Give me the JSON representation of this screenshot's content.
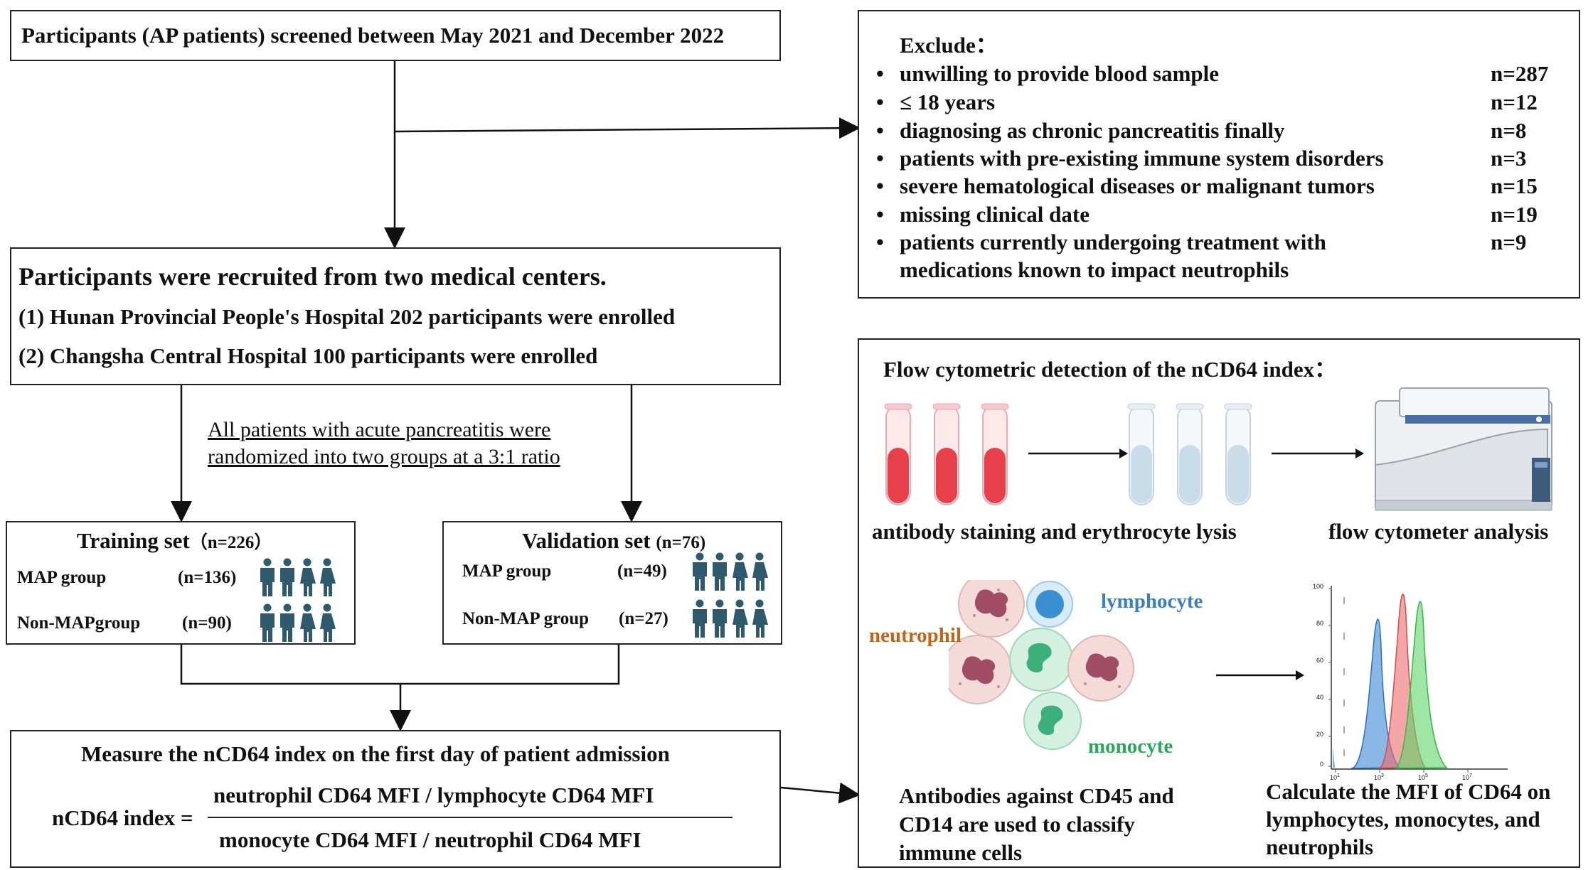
{
  "screening": {
    "title": "Participants (AP patients) screened between May 2021 and December 2022"
  },
  "exclude": {
    "heading": "Exclude：",
    "items": [
      {
        "text": "unwilling to provide blood sample",
        "n": "n=287"
      },
      {
        "text": "≤ 18 years",
        "n": "n=12"
      },
      {
        "text": "diagnosing as chronic pancreatitis finally",
        "n": "n=8"
      },
      {
        "text": "patients with pre-existing immune system disorders",
        "n": "n=3"
      },
      {
        "text": "severe hematological diseases or malignant tumors",
        "n": "n=15"
      },
      {
        "text": "missing clinical date",
        "n": "n=19"
      },
      {
        "text": "patients currently undergoing treatment with",
        "text2": "medications known to impact neutrophils",
        "n": "n=9"
      }
    ]
  },
  "recruitment": {
    "title": "Participants were recruited from two medical centers.",
    "line1": "(1) Hunan Provincial People's Hospital 202 participants were enrolled",
    "line2": "(2) Changsha Central Hospital 100 participants were enrolled"
  },
  "randomization": {
    "line1": "All patients with acute pancreatitis were",
    "line2": "randomized into two groups at a 3:1 ratio"
  },
  "training": {
    "title": "Training set",
    "n": "（n=226）",
    "groups": [
      {
        "label": "MAP group",
        "n": "(n=136)"
      },
      {
        "label": "Non-MAPgroup",
        "n": "(n=90)"
      }
    ]
  },
  "validation": {
    "title": "Validation set",
    "n": "(n=76)",
    "groups": [
      {
        "label": "MAP group",
        "n": "(n=49)"
      },
      {
        "label": "Non-MAP group",
        "n": "(n=27)"
      }
    ]
  },
  "measure": {
    "title": "Measure the nCD64 index on the first day of patient admission",
    "lhs": "nCD64 index =",
    "numerator": "neutrophil CD64 MFI / lymphocyte CD64 MFI",
    "denominator": "monocyte CD64 MFI / neutrophil CD64 MFI"
  },
  "flow": {
    "heading": "Flow cytometric detection of the nCD64 index：",
    "step1": "antibody staining and erythrocyte lysis",
    "step2": "flow cytometer analysis",
    "cells": {
      "neutrophil": "neutrophil",
      "lymphocyte": "lymphocyte",
      "monocyte": "monocyte"
    },
    "antibodies": [
      "Antibodies against CD45 and",
      "CD14 are used to classify",
      "immune cells"
    ],
    "calculate": [
      "Calculate the MFI of CD64 on",
      "lymphocytes, monocytes, and",
      "neutrophils"
    ],
    "histogram": {
      "yticks": [
        "100",
        "80",
        "60",
        "40",
        "20",
        "0"
      ],
      "xticks": [
        "10",
        "10",
        "10",
        "10"
      ],
      "xexp": [
        "1",
        "3",
        "5",
        "7"
      ]
    }
  },
  "colors": {
    "person": "#2f5a6e",
    "blood": "#e8404a",
    "lysed": "#c9dcea",
    "lymph": "#3a7fc1",
    "neutro": "#c0651e",
    "mono": "#2aa85a",
    "hist_blue": "#4a90d9",
    "hist_red": "#ee6b6b",
    "hist_green": "#5fd46a"
  }
}
